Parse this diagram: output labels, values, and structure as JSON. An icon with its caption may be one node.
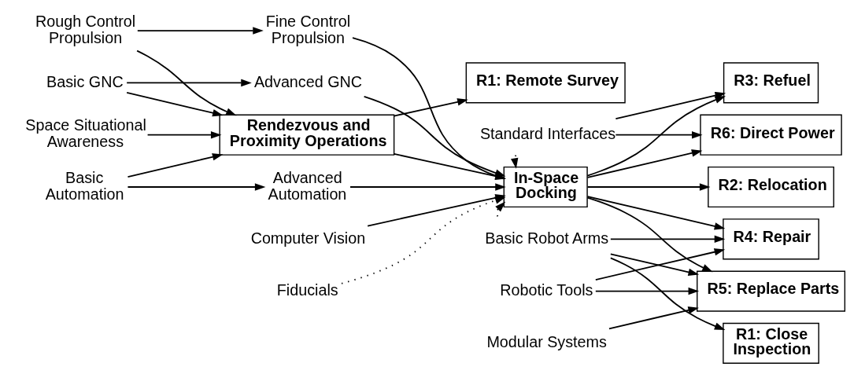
{
  "diagram": {
    "nodes": [
      {
        "text": [
          "Rough Control Propulsion"
        ]
      },
      {
        "text": [
          "Fine Control Propulsion"
        ]
      },
      {
        "text": [
          "R1: Remote Survey"
        ]
      },
      {
        "text": [
          "R3: Refuel"
        ]
      },
      {
        "text": [
          "Basic GNC"
        ]
      },
      {
        "text": [
          "Advanced GNC"
        ]
      },
      {
        "text": [
          "Standard Interfaces"
        ]
      },
      {
        "text": [
          "R6: Direct Power"
        ]
      },
      {
        "text": [
          "Space Situational Awareness"
        ]
      },
      {
        "text": [
          "Rendezvous and Proximity Operations"
        ]
      },
      {
        "text": [
          "In-Space Docking"
        ]
      },
      {
        "text": [
          "R2: Relocation"
        ]
      },
      {
        "text": [
          "Basic Automation"
        ]
      },
      {
        "text": [
          "Advanced Automation"
        ]
      },
      {
        "text": [
          "Basic Robot Arms"
        ]
      },
      {
        "text": [
          "R4: Repair"
        ]
      },
      {
        "text": [
          "Computer Vision"
        ]
      },
      {
        "text": [
          "Robotic Tools"
        ]
      },
      {
        "text": [
          "R5: Replace Parts"
        ]
      },
      {
        "text": [
          "Fiducials"
        ]
      },
      {
        "text": [
          "Modular Systems"
        ]
      },
      {
        "text": [
          "R1: Close Inspection"
        ]
      }
    ],
    "edges": [
      {
        "from": 0,
        "to": 1,
        "arrow": "to"
      },
      {
        "from": 0,
        "to": 9,
        "arrow": "to"
      },
      {
        "from": 4,
        "to": 5,
        "arrow": "to"
      },
      {
        "from": 4,
        "to": 9,
        "arrow": "to"
      },
      {
        "from": 8,
        "to": 9,
        "arrow": "to"
      },
      {
        "from": 12,
        "to": 9,
        "arrow": "to"
      },
      {
        "from": 12,
        "to": 13,
        "arrow": "to"
      },
      {
        "from": 9,
        "to": 2,
        "arrow": "to"
      },
      {
        "from": 9,
        "to": 10,
        "arrow": "to"
      },
      {
        "from": 1,
        "to": 10,
        "arrow": "to"
      },
      {
        "from": 5,
        "to": 10,
        "arrow": "to"
      },
      {
        "from": 13,
        "to": 10,
        "arrow": "to"
      },
      {
        "from": 16,
        "to": 10,
        "arrow": "to"
      },
      {
        "from": 19,
        "to": 10,
        "arrow": "to",
        "style": "dashed"
      },
      {
        "from": 6,
        "to": 10,
        "arrow": "to",
        "style": "dashed"
      },
      {
        "from": 14,
        "to": 10,
        "arrow": "to",
        "style": "dashed"
      },
      {
        "from": 6,
        "to": 3,
        "arrow": "to"
      },
      {
        "from": 6,
        "to": 7,
        "arrow": "to"
      },
      {
        "from": 10,
        "to": 3,
        "arrow": "to"
      },
      {
        "from": 10,
        "to": 7,
        "arrow": "to"
      },
      {
        "from": 10,
        "to": 11,
        "arrow": "to"
      },
      {
        "from": 10,
        "to": 15,
        "arrow": "to"
      },
      {
        "from": 10,
        "to": 18,
        "arrow": "to"
      },
      {
        "from": 14,
        "to": 15,
        "arrow": "to"
      },
      {
        "from": 14,
        "to": 18,
        "arrow": "to"
      },
      {
        "from": 14,
        "to": 21,
        "arrow": "to"
      },
      {
        "from": 17,
        "to": 15,
        "arrow": "to"
      },
      {
        "from": 17,
        "to": 18,
        "arrow": "to"
      },
      {
        "from": 20,
        "to": 18,
        "arrow": "to"
      }
    ]
  }
}
